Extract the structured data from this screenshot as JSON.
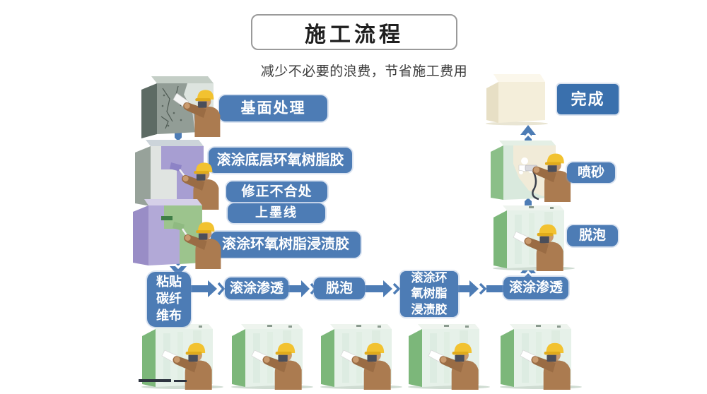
{
  "header": {
    "title": "施工流程",
    "subtitle": "减少不必要的浪费，节省施工费用"
  },
  "colors": {
    "box_blue": "#4d7cb5",
    "box_blue_dark": "#3a70ad",
    "arrow_blue": "#4d7cb5",
    "helmet_yellow": "#f2c230"
  },
  "steps": {
    "base_treatment": "基面处理",
    "roll_base_epoxy": "滚涂底层环氧树脂胶",
    "fix_mismatch": "修正不合处",
    "ink_line": "上墨线",
    "roll_epoxy_impreg": "滚涂环氧树脂浸渍胶",
    "paste_carbon_fiber": "粘贴\n碳纤\n维布",
    "roll_penetrate_1": "滚涂渗透",
    "defoam_1": "脱泡",
    "roll_epoxy_impreg_2": "滚涂环\n氧树脂\n浸渍胶",
    "roll_penetrate_2": "滚涂渗透",
    "defoam_2": "脱泡",
    "sandblast": "喷砂",
    "complete": "完成"
  }
}
